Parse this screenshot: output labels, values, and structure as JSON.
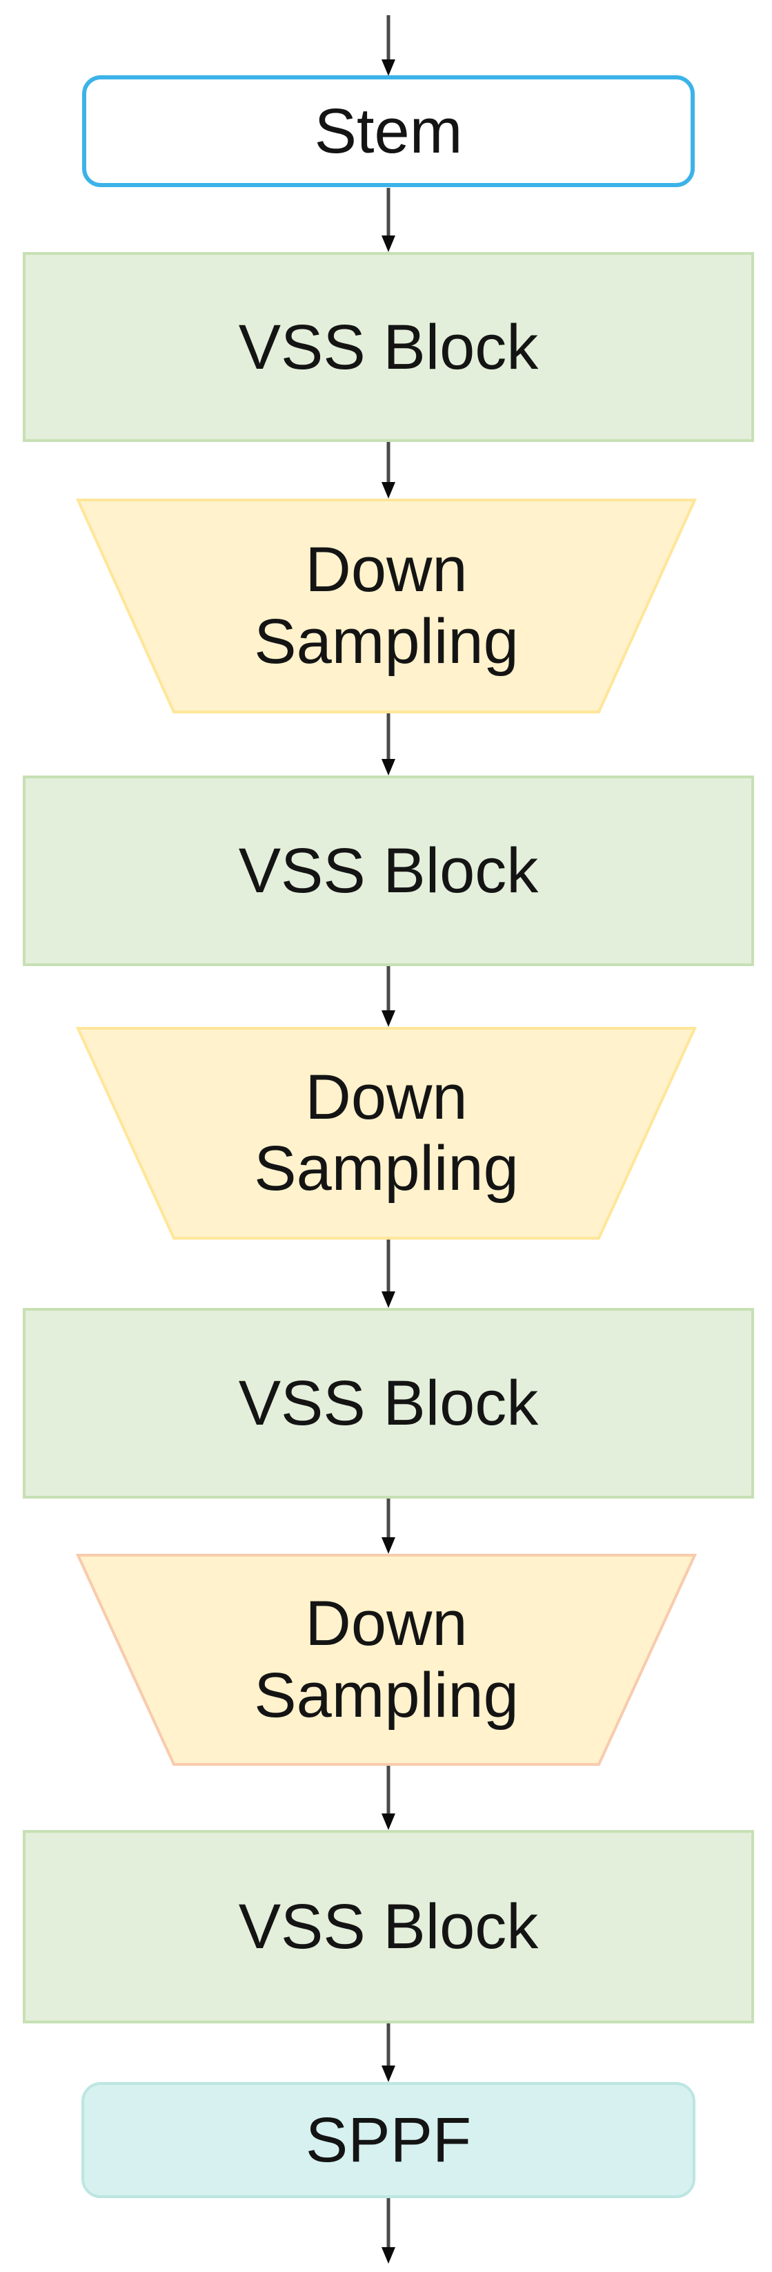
{
  "diagram": {
    "type": "flowchart",
    "orientation": "top-to-bottom",
    "description": "Backbone architecture flow: Stem, alternating VSS Block and Down Sampling stages, ending in SPPF",
    "text_color": "#141414",
    "arrow": {
      "line_color": "#4a4a4b",
      "head_color": "#0b0b0b"
    },
    "nodes": [
      {
        "id": "stem",
        "label": "Stem",
        "shape": "rounded-rectangle",
        "fill": "#ffffff",
        "stroke": "#3cb3e8"
      },
      {
        "id": "vss-block-1",
        "label": "VSS Block",
        "shape": "rectangle",
        "fill": "#e3efda",
        "stroke": "#c6e0b4"
      },
      {
        "id": "down-sampling-1",
        "label": "Down Sampling",
        "lines": [
          "Down",
          "Sampling"
        ],
        "shape": "trapezoid",
        "fill": "#fff2cc",
        "stroke": "#ffe699"
      },
      {
        "id": "vss-block-2",
        "label": "VSS Block",
        "shape": "rectangle",
        "fill": "#e3efda",
        "stroke": "#c6e0b4"
      },
      {
        "id": "down-sampling-2",
        "label": "Down Sampling",
        "lines": [
          "Down",
          "Sampling"
        ],
        "shape": "trapezoid",
        "fill": "#fff2cc",
        "stroke": "#ffe699"
      },
      {
        "id": "vss-block-3",
        "label": "VSS Block",
        "shape": "rectangle",
        "fill": "#e3efda",
        "stroke": "#c6e0b4"
      },
      {
        "id": "down-sampling-3",
        "label": "Down Sampling",
        "lines": [
          "Down",
          "Sampling"
        ],
        "shape": "trapezoid",
        "fill": "#fff2cc",
        "stroke": "#f8cbad"
      },
      {
        "id": "vss-block-4",
        "label": "VSS Block",
        "shape": "rectangle",
        "fill": "#e3efda",
        "stroke": "#c6e0b4"
      },
      {
        "id": "sppf",
        "label": "SPPF",
        "shape": "rounded-rectangle",
        "fill": "#d6f1ef",
        "stroke": "#bce6e1"
      }
    ],
    "edges": [
      {
        "from": "input",
        "to": "stem"
      },
      {
        "from": "stem",
        "to": "vss-block-1"
      },
      {
        "from": "vss-block-1",
        "to": "down-sampling-1"
      },
      {
        "from": "down-sampling-1",
        "to": "vss-block-2"
      },
      {
        "from": "vss-block-2",
        "to": "down-sampling-2"
      },
      {
        "from": "down-sampling-2",
        "to": "vss-block-3"
      },
      {
        "from": "vss-block-3",
        "to": "down-sampling-3"
      },
      {
        "from": "down-sampling-3",
        "to": "vss-block-4"
      },
      {
        "from": "vss-block-4",
        "to": "sppf"
      },
      {
        "from": "sppf",
        "to": "output"
      }
    ]
  }
}
